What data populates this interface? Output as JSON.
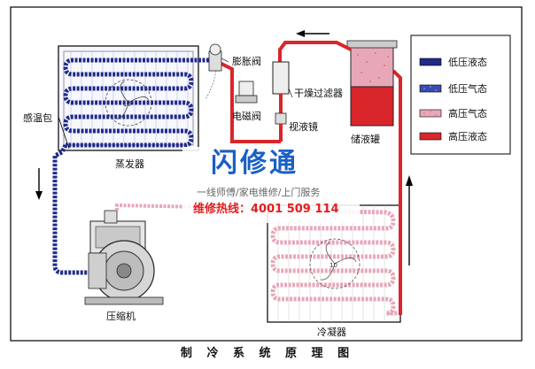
{
  "labels": {
    "expansion_valve": "膨胀阀",
    "drier_filter": "干燥过滤器",
    "solenoid_valve": "电磁阀",
    "sight_glass": "视液镜",
    "receiver": "储液罐",
    "sensing_bulb": "感温包",
    "evaporator": "蒸发器",
    "compressor": "压缩机",
    "condenser": "冷凝器"
  },
  "legend": [
    {
      "text": "低压液态",
      "color": "#1f2a8a",
      "style": "solid"
    },
    {
      "text": "低压气态",
      "color": "#3a4bb0",
      "style": "dotted"
    },
    {
      "text": "高压气态",
      "color": "#e8a7b8",
      "style": "dotted"
    },
    {
      "text": "高压液态",
      "color": "#d9262b",
      "style": "solid"
    }
  ],
  "watermark": {
    "title": "闪修通",
    "subtitle": "一线师傅/家电维修/上门服务",
    "hotline": "维修热线：4001 509 114"
  },
  "caption": "制 冷 系 统 原 理 图",
  "colors": {
    "low_liquid": "#1f2a8a",
    "low_gas": "#3a4bb0",
    "high_gas": "#e8a7b8",
    "high_liquid": "#d9262b",
    "frame": "#000000"
  }
}
